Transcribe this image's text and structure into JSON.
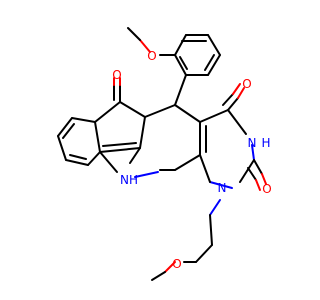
{
  "colors": {
    "carbon_bond": "#000000",
    "oxygen": "#ff0000",
    "nitrogen": "#0000ff",
    "background": "#ffffff"
  },
  "atoms": {
    "o_methoxy_aryl": "O",
    "o_ketone": "O",
    "o_c4": "O",
    "o_c2": "O",
    "o_ether_chain": "O",
    "n_nh_ring": "NH",
    "n_n3": "N",
    "n_n3_h": "H",
    "n_n1": "N"
  }
}
